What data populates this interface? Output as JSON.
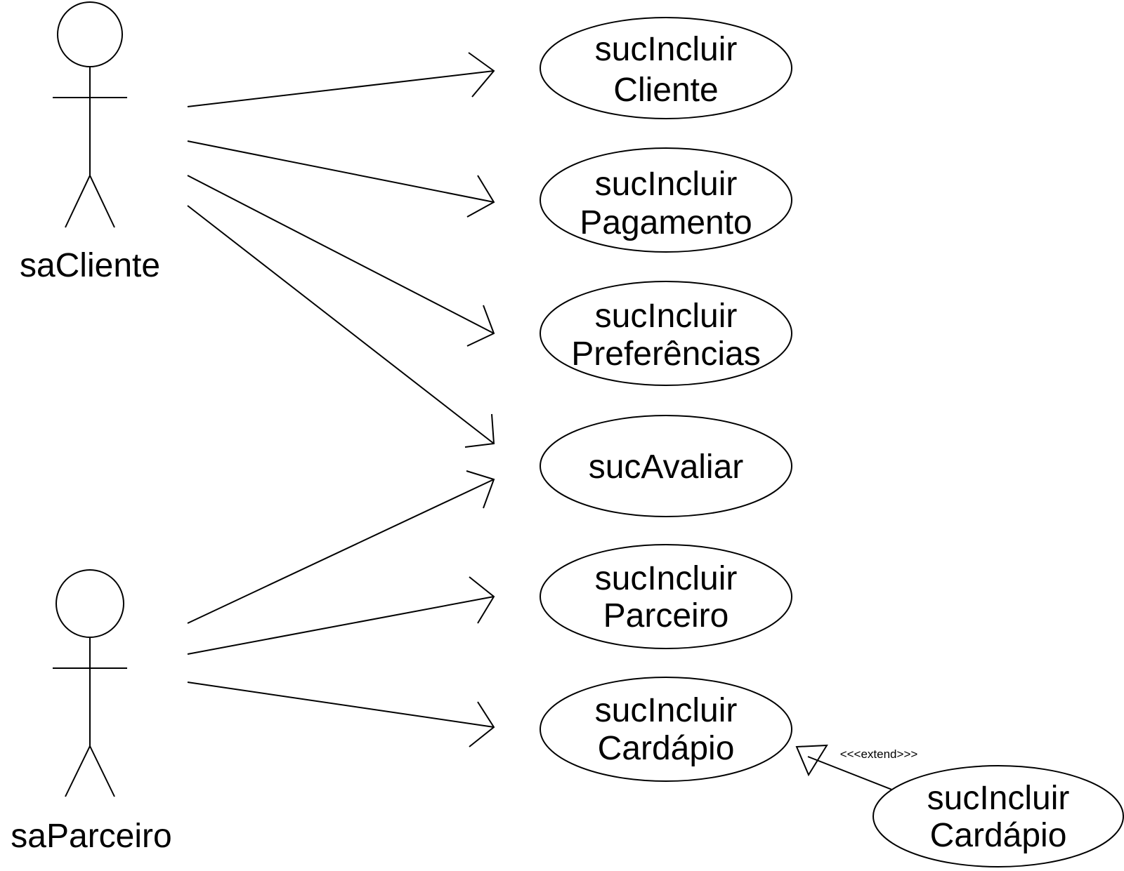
{
  "diagram": {
    "type": "uml-use-case",
    "actors": {
      "cliente": {
        "name": "saCliente"
      },
      "parceiro": {
        "name": "saParceiro"
      }
    },
    "use_cases": {
      "incluir_cliente": {
        "line1": "sucIncluir",
        "line2": "Cliente"
      },
      "incluir_pagamento": {
        "line1": "sucIncluir",
        "line2": "Pagamento"
      },
      "incluir_preferencias": {
        "line1": "sucIncluir",
        "line2": "Preferências"
      },
      "avaliar": {
        "line1": "sucAvaliar"
      },
      "incluir_parceiro": {
        "line1": "sucIncluir",
        "line2": "Parceiro"
      },
      "incluir_cardapio": {
        "line1": "sucIncluir",
        "line2": "Cardápio"
      },
      "incluir_cardapio_ext": {
        "line1": "sucIncluir",
        "line2": "Cardápio"
      }
    },
    "associations": [
      {
        "from": "saCliente",
        "to": "sucIncluir Cliente"
      },
      {
        "from": "saCliente",
        "to": "sucIncluir Pagamento"
      },
      {
        "from": "saCliente",
        "to": "sucIncluir Preferências"
      },
      {
        "from": "saCliente",
        "to": "sucAvaliar"
      },
      {
        "from": "saParceiro",
        "to": "sucAvaliar"
      },
      {
        "from": "saParceiro",
        "to": "sucIncluir Parceiro"
      },
      {
        "from": "saParceiro",
        "to": "sucIncluir Cardápio"
      }
    ],
    "extend": {
      "label": "<<<extend>>>",
      "from": "sucIncluir Cardápio",
      "to": "sucIncluir Cardápio"
    }
  }
}
